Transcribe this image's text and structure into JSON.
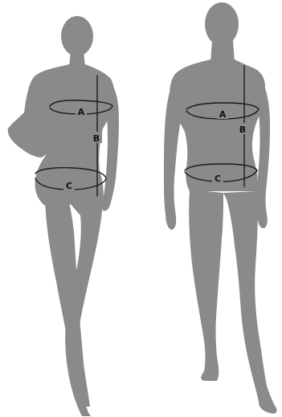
{
  "figures": {
    "female": {
      "labels": {
        "a": "A",
        "b": "B",
        "c": "C"
      }
    },
    "male": {
      "labels": {
        "a": "A",
        "b": "B",
        "c": "C"
      }
    }
  },
  "colors": {
    "silhouette": "#888a8b",
    "measure_line": "#1a1a1a",
    "background": "#ffffff"
  }
}
